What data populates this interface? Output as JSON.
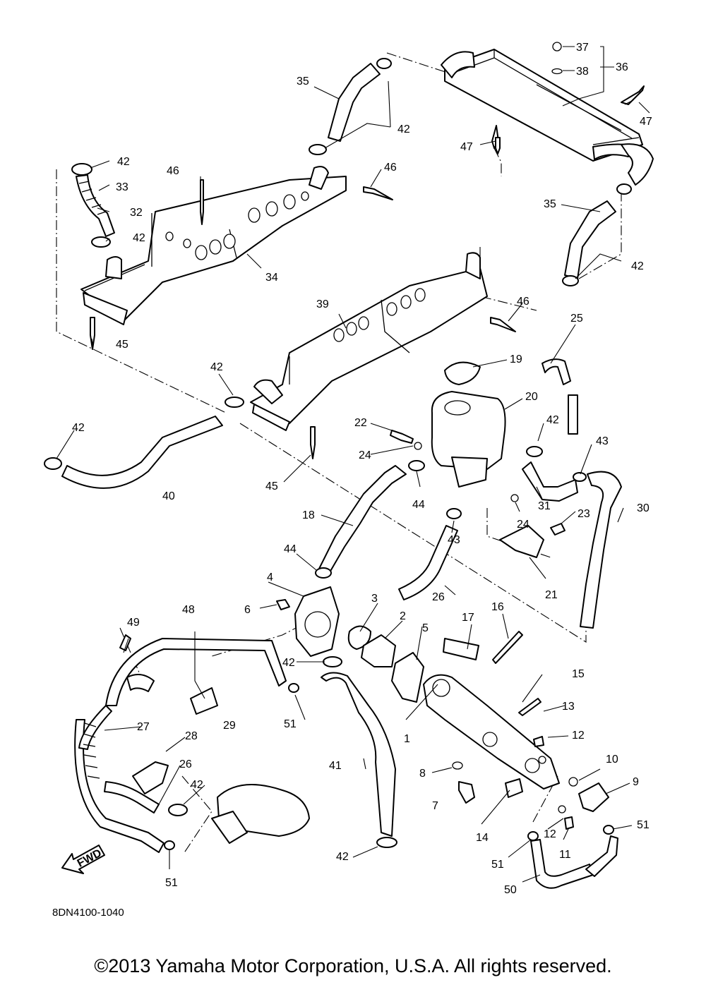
{
  "diagram_code": "8DN4100-1040",
  "fwd_label": "FWD",
  "copyright": "©2013 Yamaha Motor Corporation, U.S.A. All rights reserved.",
  "callouts": {
    "n1": "1",
    "n2": "2",
    "n3": "3",
    "n4": "4",
    "n5": "5",
    "n6": "6",
    "n7": "7",
    "n8": "8",
    "n9": "9",
    "n10": "10",
    "n11": "11",
    "n12": "12",
    "n13": "13",
    "n14": "14",
    "n15": "15",
    "n16": "16",
    "n17": "17",
    "n18": "18",
    "n19": "19",
    "n20": "20",
    "n21": "21",
    "n22": "22",
    "n23": "23",
    "n24": "24",
    "n25": "25",
    "n26": "26",
    "n27": "27",
    "n28": "28",
    "n29": "29",
    "n30": "30",
    "n31": "31",
    "n32": "32",
    "n33": "33",
    "n34": "34",
    "n35": "35",
    "n36": "36",
    "n37": "37",
    "n38": "38",
    "n39": "39",
    "n40": "40",
    "n41": "41",
    "n42": "42",
    "n43": "43",
    "n44": "44",
    "n45": "45",
    "n46": "46",
    "n47": "47",
    "n48": "48",
    "n49": "49",
    "n50": "50",
    "n51": "51"
  }
}
